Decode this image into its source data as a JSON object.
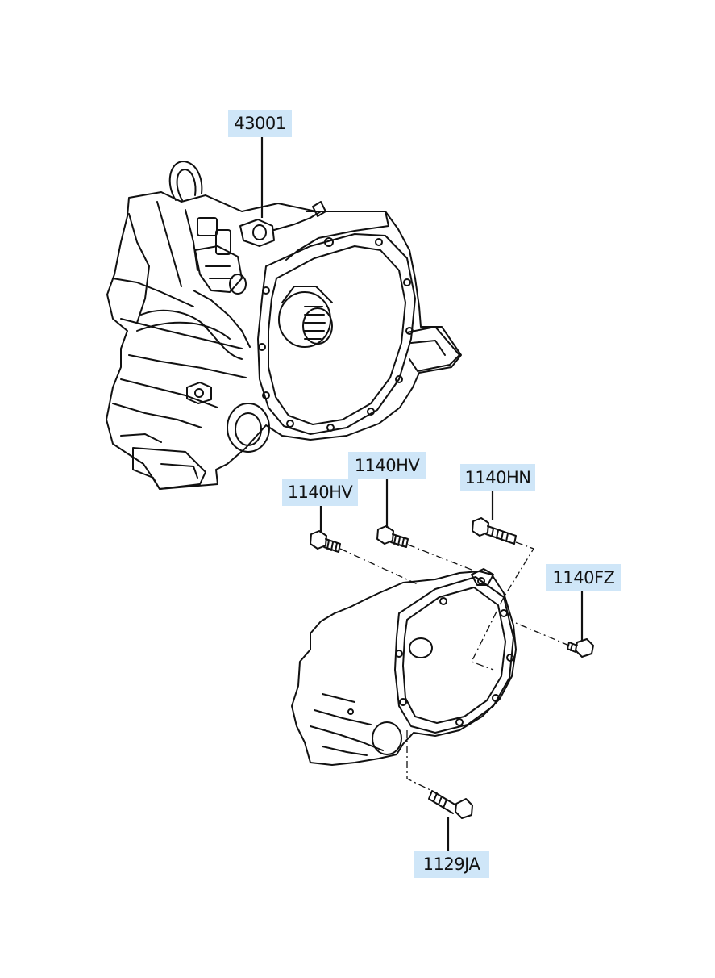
{
  "parts": [
    {
      "id": "43001",
      "label": "43001"
    },
    {
      "id": "1140HV-a",
      "label": "1140HV"
    },
    {
      "id": "1140HV-b",
      "label": "1140HV"
    },
    {
      "id": "1140HN",
      "label": "1140HN"
    },
    {
      "id": "1140FZ",
      "label": "1140FZ"
    },
    {
      "id": "1129JA",
      "label": "1129JA"
    }
  ],
  "colors": {
    "label_background": "#cfe6f8",
    "line_art": "#111111",
    "background": "#ffffff"
  }
}
